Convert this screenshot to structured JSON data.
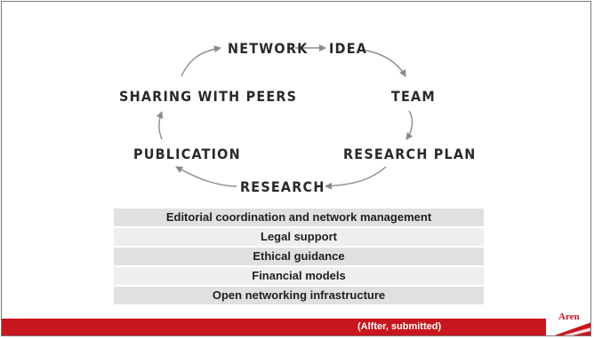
{
  "cycle": {
    "network": "NETWORK",
    "idea": "IDEA",
    "team": "TEAM",
    "research_plan": "RESEARCH PLAN",
    "research": "RESEARCH",
    "publication": "PUBLICATION",
    "sharing": "SHARING WITH PEERS"
  },
  "support_layers": [
    "Editorial coordination and network management",
    "Legal support",
    "Ethical guidance",
    "Financial models",
    "Open networking infrastructure"
  ],
  "footer": {
    "citation": "(Alfter, submitted)",
    "logo_text": "Aren",
    "bar_color": "#c8161e"
  }
}
